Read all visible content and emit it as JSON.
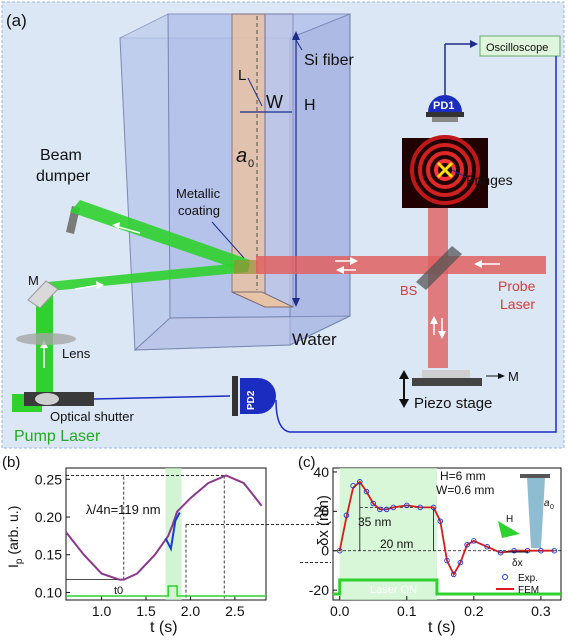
{
  "panel_a": {
    "tag": "(a)",
    "labels": {
      "si_fiber": "Si fiber",
      "L": "L",
      "W": "W",
      "H": "H",
      "a0": "a",
      "a0_sub": "0",
      "metallic": "Metallic",
      "coating": "coating",
      "beam": "Beam",
      "dumper": "dumper",
      "M_left": "M",
      "lens": "Lens",
      "water": "Water",
      "optical_shutter": "Optical shutter",
      "pump_laser": "Pump Laser",
      "oscilloscope": "Oscilloscope",
      "pd1": "PD1",
      "pd2": "PD2",
      "fringes": "Fringes",
      "bs": "BS",
      "probe": "Probe",
      "laser": "Laser",
      "M_right": "M",
      "piezo": "Piezo stage"
    },
    "colors": {
      "pump": "#2fd12f",
      "probe": "#e05555",
      "water": "#b9c8ec",
      "bg": "#dce8f5"
    }
  },
  "panel_b": {
    "tag": "(b)",
    "ylabel": "I",
    "ylabel_sub": "p",
    "ylabel_unit": " (arb. u.)",
    "xlabel": "t (s)",
    "annotation": "λ/4n=119 nm",
    "t0": "t0",
    "yticks": [
      "0.10",
      "0.15",
      "0.20",
      "0.25"
    ],
    "xticks": [
      "1.0",
      "1.5",
      "2.0",
      "2.5"
    ]
  },
  "panel_c": {
    "tag": "(c)",
    "ylabel": "δx (nm)",
    "xlabel": "t (s)",
    "params_H": "H=6 mm",
    "params_W": "W=0.6 mm",
    "ann_35": "35 nm",
    "ann_20": "20 nm",
    "laser_on": "Laser ON",
    "legend_exp": "Exp.",
    "legend_fem": "FEM",
    "inset_H": "H",
    "inset_a0": "a",
    "inset_a0_sub": "0",
    "inset_dx": "δx",
    "yticks": [
      "-20",
      "0",
      "20",
      "40"
    ],
    "xticks": [
      "0.0",
      "0.1",
      "0.2",
      "0.3"
    ]
  },
  "chart_data": [
    {
      "type": "line",
      "panel": "(b)",
      "xlabel": "t (s)",
      "ylabel": "Ip (arb. u.)",
      "xlim": [
        0.6,
        2.85
      ],
      "ylim": [
        0.09,
        0.265
      ],
      "series": [
        {
          "x": [
            0.6,
            0.8,
            1.0,
            1.2,
            1.25,
            1.4,
            1.6,
            1.75,
            1.8,
            1.85,
            2.0,
            2.2,
            2.4,
            2.6,
            2.8
          ],
          "values": [
            0.18,
            0.15,
            0.125,
            0.117,
            0.117,
            0.125,
            0.15,
            0.175,
            0.19,
            0.207,
            0.225,
            0.245,
            0.255,
            0.245,
            0.215
          ]
        }
      ]
    },
    {
      "type": "line",
      "panel": "(c)",
      "xlabel": "t (s)",
      "ylabel": "δx (nm)",
      "xlim": [
        -0.01,
        0.33
      ],
      "ylim": [
        -25,
        42
      ],
      "series": [
        {
          "name": "Exp.",
          "x": [
            0.0,
            0.01,
            0.02,
            0.03,
            0.04,
            0.05,
            0.06,
            0.07,
            0.08,
            0.1,
            0.12,
            0.14,
            0.15,
            0.16,
            0.17,
            0.18,
            0.19,
            0.2,
            0.22,
            0.24,
            0.26,
            0.28,
            0.3,
            0.32
          ],
          "values": [
            0,
            18,
            33,
            35,
            30,
            24,
            21,
            21,
            22,
            23,
            22,
            22,
            15,
            -5,
            -12,
            -6,
            3,
            5,
            2,
            -1,
            0,
            0,
            0,
            0
          ]
        },
        {
          "name": "FEM",
          "x": [
            0.0,
            0.01,
            0.02,
            0.03,
            0.04,
            0.05,
            0.06,
            0.07,
            0.08,
            0.1,
            0.12,
            0.14,
            0.15,
            0.16,
            0.17,
            0.18,
            0.19,
            0.2,
            0.22,
            0.24,
            0.26,
            0.28,
            0.3,
            0.32
          ],
          "values": [
            0,
            17,
            32,
            35,
            30,
            24,
            21,
            21,
            22,
            23,
            22,
            22,
            15,
            -5,
            -12,
            -6,
            3,
            5,
            2,
            -1,
            0,
            0,
            0,
            0
          ]
        }
      ]
    }
  ]
}
